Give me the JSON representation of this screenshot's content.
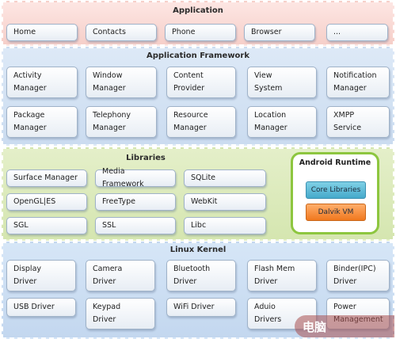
{
  "application": {
    "title": "Application",
    "items": [
      "Home",
      "Contacts",
      "Phone",
      "Browser",
      "..."
    ]
  },
  "framework": {
    "title": "Application Framework",
    "items": [
      "Activity\nManager",
      "Window\nManager",
      "Content\nProvider",
      "View\nSystem",
      "Notification\nManager",
      "Package\nManager",
      "Telephony\nManager",
      "Resource\nManager",
      "Location\nManager",
      "XMPP\nService"
    ]
  },
  "libraries": {
    "title": "Libraries",
    "items": [
      "Surface Manager",
      "Media Framework",
      "SQLite",
      "OpenGL|ES",
      "FreeType",
      "WebKit",
      "SGL",
      "SSL",
      "Libc"
    ]
  },
  "runtime": {
    "title": "Android Runtime",
    "core": "Core Libraries",
    "vm": "Dalvik VM"
  },
  "kernel": {
    "title": "Linux Kernel",
    "items": [
      "Display\nDriver",
      "Camera\nDriver",
      "Bluetooth\nDriver",
      "Flash Mem\nDriver",
      "Binder(IPC)\nDriver",
      "USB Driver",
      "Keypad\nDriver",
      "WiFi Driver",
      "Aduio\nDrivers",
      "Power\nManagement"
    ]
  },
  "watermark": "电脑"
}
